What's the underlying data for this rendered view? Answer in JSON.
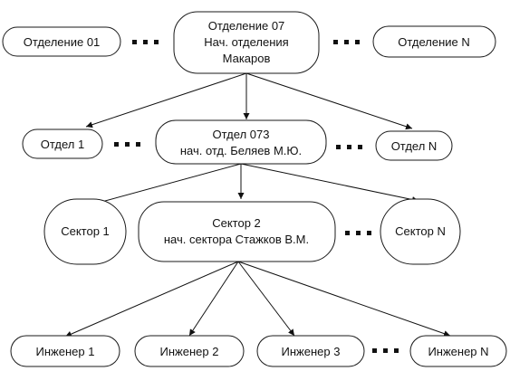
{
  "level1": {
    "left": "Отделение 01",
    "center": [
      "Отделение 07",
      "Нач. отделения",
      "Макаров"
    ],
    "right": "Отделение N"
  },
  "level2": {
    "left": "Отдел 1",
    "center": [
      "Отдел 073",
      "нач. отд. Беляев М.Ю."
    ],
    "right": "Отдел N"
  },
  "level3": {
    "left": "Сектор 1",
    "center": [
      "Сектор 2",
      "нач. сектора Стажков В.М."
    ],
    "right": "Сектор N"
  },
  "level4": {
    "items": [
      "Инженер 1",
      "Инженер 2",
      "Инженер 3",
      "Инженер N"
    ]
  }
}
